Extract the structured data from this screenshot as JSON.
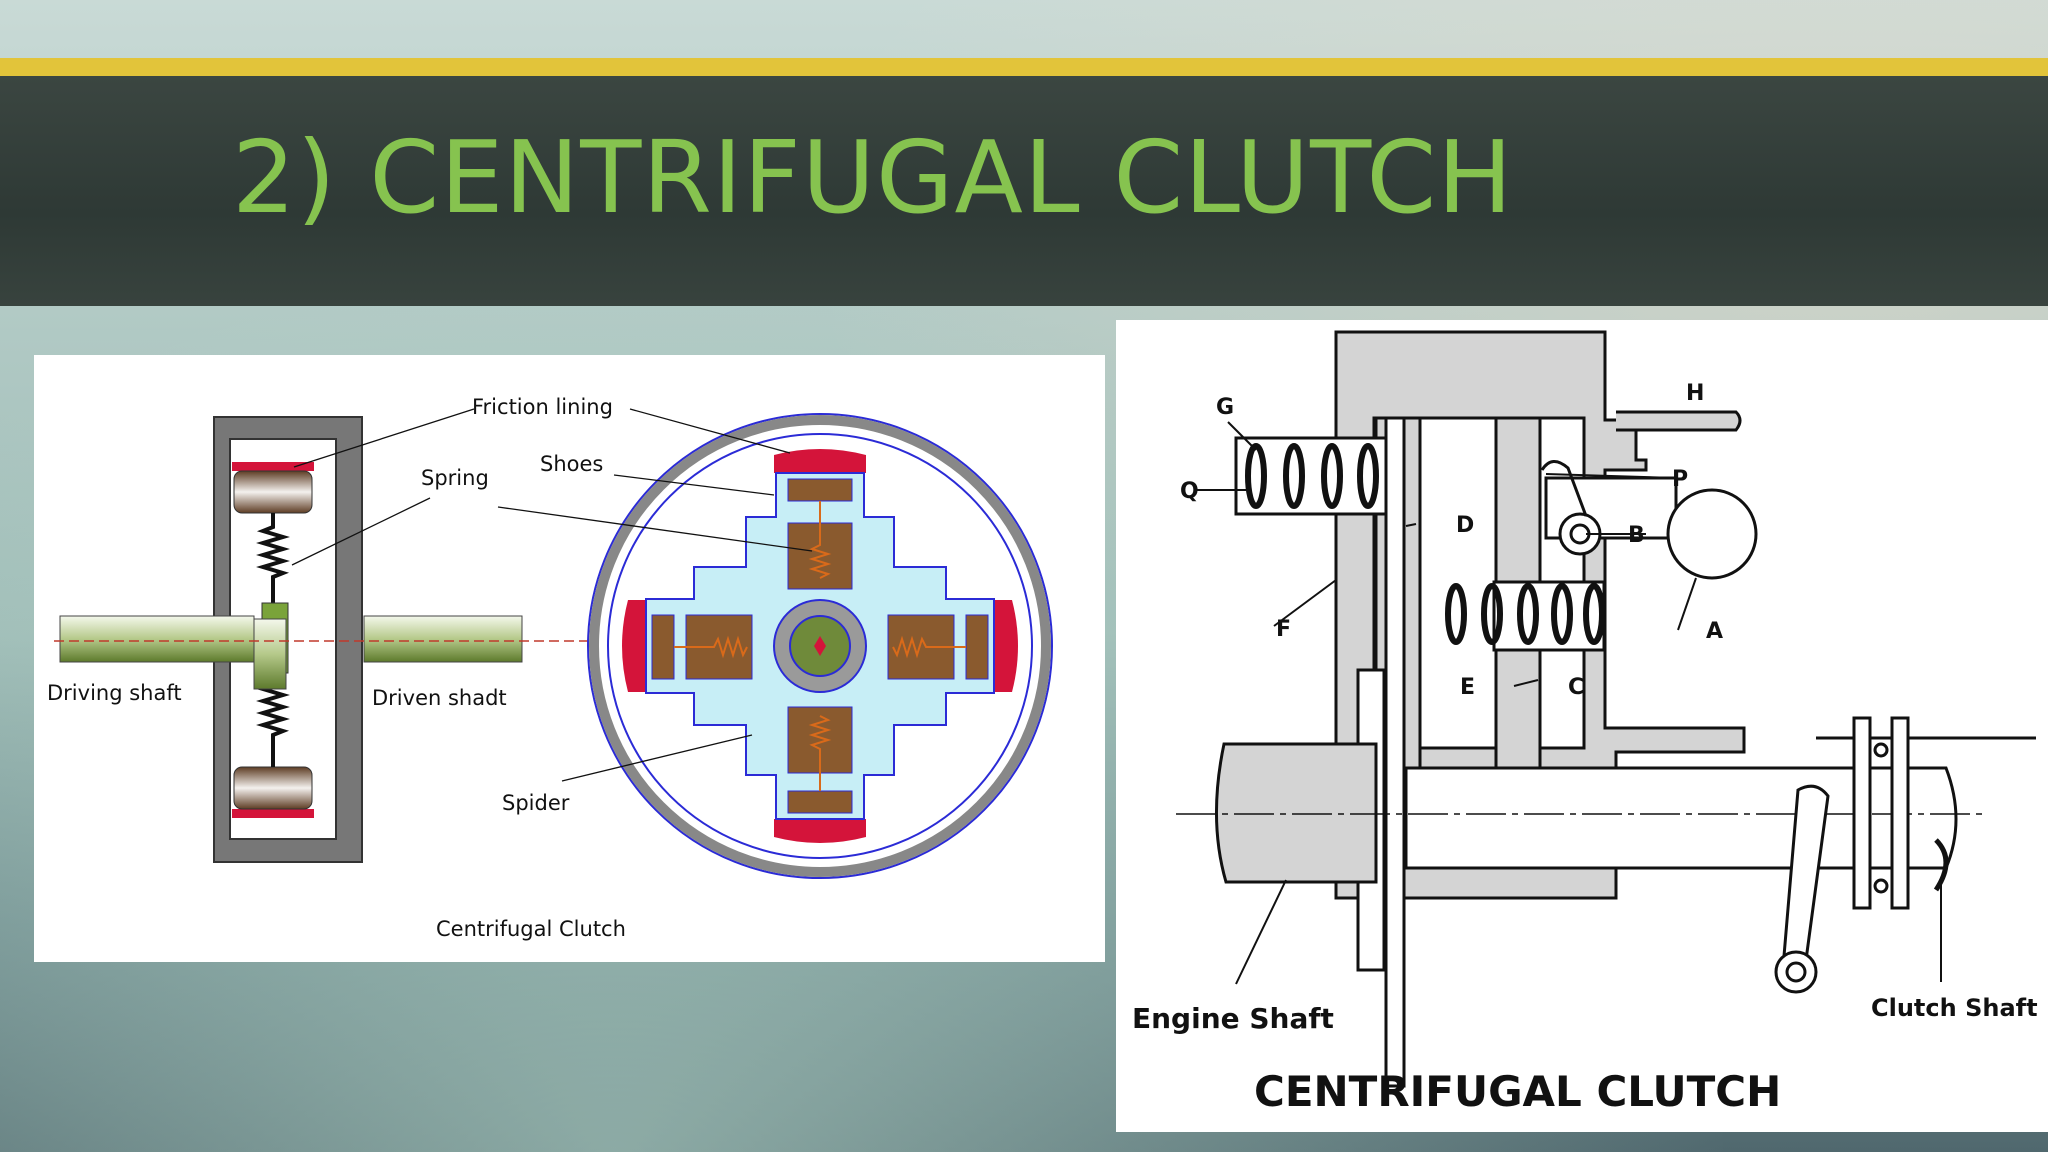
{
  "slide": {
    "title": "2) CENTRIFUGAL CLUTCH"
  },
  "diagram_left": {
    "labels": {
      "friction_lining": "Friction lining",
      "spring": "Spring",
      "shoes": "Shoes",
      "driving_shaft": "Driving shaft",
      "driven_shaft": "Driven shadt",
      "spider": "Spider",
      "caption": "Centrifugal Clutch"
    },
    "colors": {
      "lining": "#d4143a",
      "spider": "#c7eef6",
      "shoe": "#8a5a2e",
      "spring": "#d96a1a",
      "shaft": "#7a9a3a",
      "rim": "#888888",
      "outline": "#2b2bd6"
    }
  },
  "diagram_right": {
    "labels": {
      "G": "G",
      "H": "H",
      "Q": "Q",
      "P": "P",
      "D": "D",
      "B": "B",
      "F": "F",
      "A": "A",
      "E": "E",
      "C": "C",
      "engine_shaft": "Engine Shaft",
      "clutch_shaft": "Clutch Shaft",
      "caption": "CENTRIFUGAL CLUTCH"
    },
    "colors": {
      "housing": "#d4d4d4",
      "line": "#111111"
    }
  }
}
